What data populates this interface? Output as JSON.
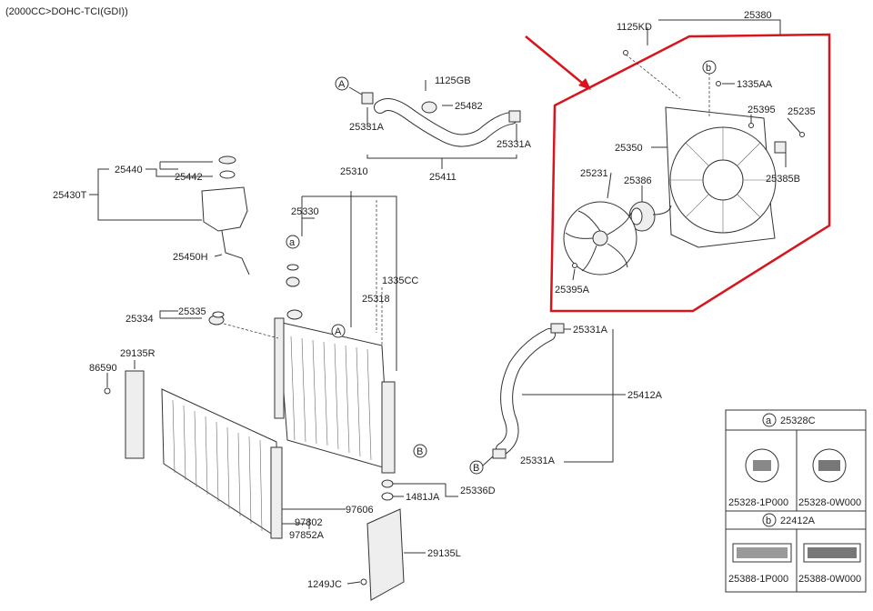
{
  "header": {
    "engine": "(2000CC>DOHC-TCI(GDI))"
  },
  "callouts": {
    "c_1125KD": "1125KD",
    "c_25380": "25380",
    "c_1125GB": "1125GB",
    "c_25482": "25482",
    "c_25331A_top_left": "25331A",
    "c_25331A_top_right": "25331A",
    "c_25411": "25411",
    "c_1335AA": "1335AA",
    "c_25395": "25395",
    "c_25235": "25235",
    "c_25350": "25350",
    "c_25385B": "25385B",
    "c_25231": "25231",
    "c_25386": "25386",
    "c_25395A": "25395A",
    "c_25440": "25440",
    "c_25442": "25442",
    "c_25430T": "25430T",
    "c_25450H": "25450H",
    "c_25310": "25310",
    "c_25330": "25330",
    "c_1335CC": "1335CC",
    "c_25318": "25318",
    "c_25335": "25335",
    "c_25334": "25334",
    "c_29135R": "29135R",
    "c_86590": "86590",
    "c_25331A_mid": "25331A",
    "c_25412A": "25412A",
    "c_25331A_low": "25331A",
    "c_1481JA": "1481JA",
    "c_25336D": "25336D",
    "c_97606": "97606",
    "c_97802": "97802",
    "c_97852A": "97852A",
    "c_29135L": "29135L",
    "c_1249JC": "1249JC"
  },
  "markers": {
    "a": "a",
    "b": "b",
    "A": "A",
    "B": "B"
  },
  "legend": {
    "row_a_code": "25328C",
    "row_a_left": "25328-1P000",
    "row_a_right": "25328-0W000",
    "row_b_code": "22412A",
    "row_b_left": "25388-1P000",
    "row_b_right": "25388-0W000"
  },
  "colors": {
    "highlight": "#d8141c",
    "line": "#333333"
  }
}
